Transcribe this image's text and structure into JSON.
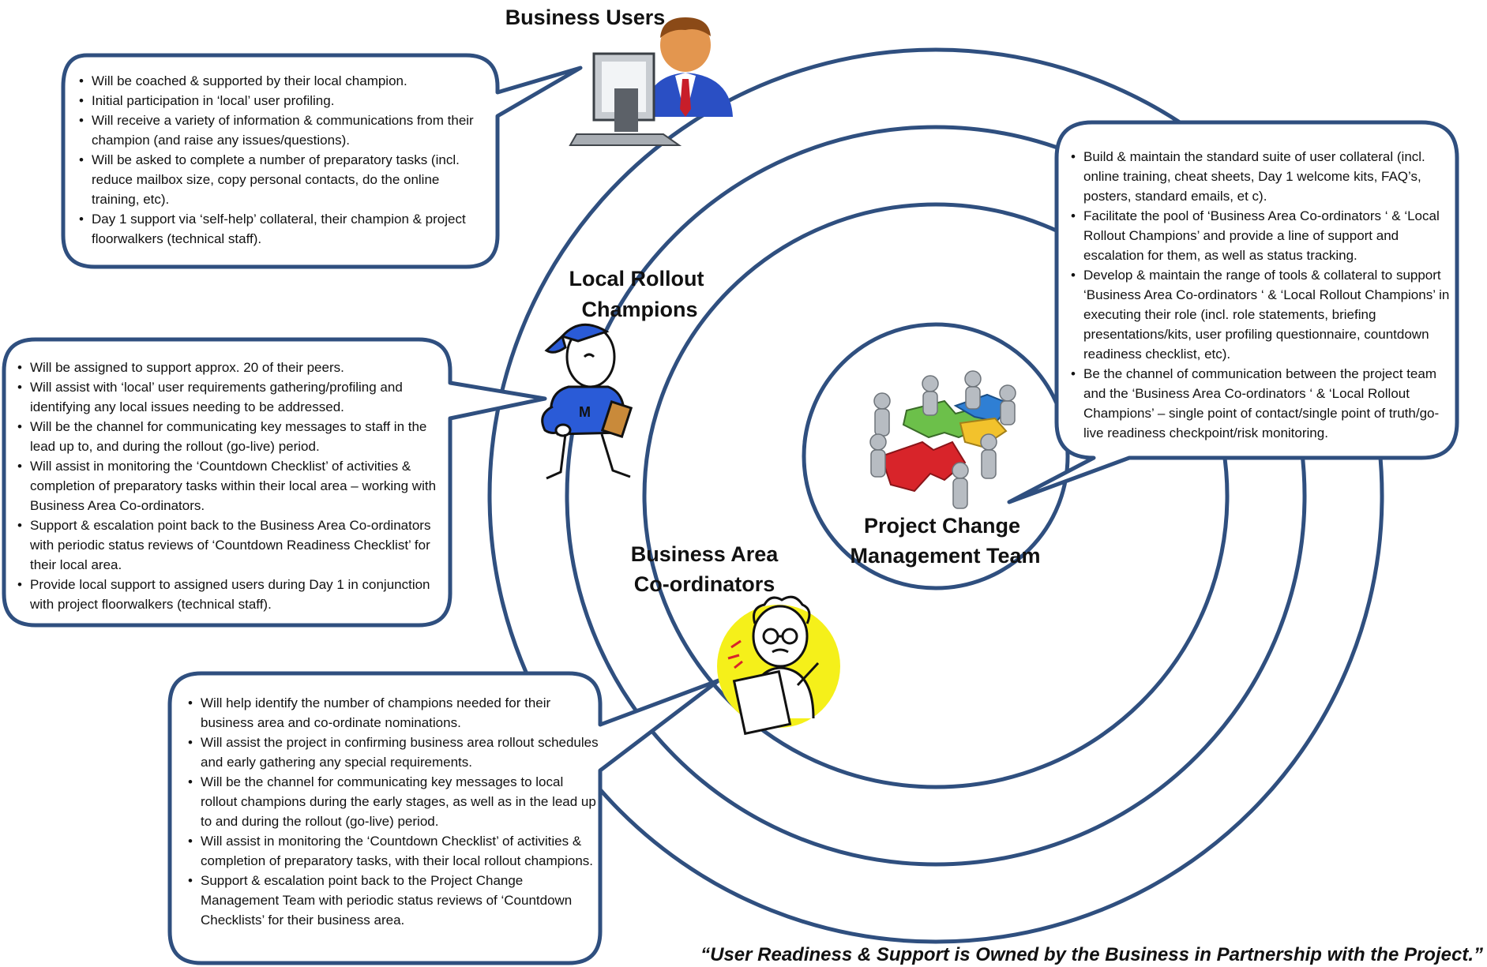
{
  "labels": {
    "business_users": "Business Users",
    "local_rollout_line1": "Local Rollout",
    "local_rollout_line2": "Champions",
    "business_area_line1": "Business Area",
    "business_area_line2": "Co-ordinators",
    "pcmt_line1": "Project Change",
    "pcmt_line2": "Management Team"
  },
  "business_users_box": [
    "Will be coached & supported by their local champion.",
    "Initial participation in ‘local’ user profiling.",
    "Will receive a variety of information & communications from their champion (and raise any issues/questions).",
    "Will be asked to complete a number of preparatory tasks (incl. reduce mailbox size, copy personal contacts, do the online training, etc).",
    "Day 1 support via ‘self-help’ collateral, their champion & project floorwalkers (technical staff)."
  ],
  "local_champions_box": [
    "Will be assigned to support approx. 20 of their peers.",
    "Will assist with ‘local’ user requirements gathering/profiling and identifying any local issues needing to be addressed.",
    "Will be the channel for communicating key messages to staff in the lead up to, and during the rollout (go-live) period.",
    "Will assist in monitoring the ‘Countdown Checklist’ of activities & completion of preparatory tasks within their local area – working with Business Area Co-ordinators.",
    "Support & escalation point back to the Business Area Co-ordinators with periodic status reviews of ‘Countdown Readiness Checklist’ for their local area.",
    "Provide local support to assigned users during Day 1 in conjunction with project floorwalkers (technical staff)."
  ],
  "coordinators_box": [
    "Will help identify the number of champions needed for their business area and co-ordinate nominations.",
    "Will assist the project in confirming business area rollout schedules and early gathering any special requirements.",
    "Will be the channel for communicating key messages to local rollout champions during the early stages, as well as in the lead up to and during the rollout (go-live) period.",
    "Will assist in monitoring the ‘Countdown Checklist’ of activities & completion of preparatory tasks, with their local rollout champions.",
    "Support & escalation point back to the Project Change Management Team with periodic status reviews of ‘Countdown Checklists’ for their business area."
  ],
  "pcmt_box": [
    "Build & maintain the standard suite of user collateral (incl. online training, cheat sheets, Day 1 welcome kits, FAQ’s, posters, standard emails, et c).",
    "Facilitate the pool of ‘Business Area Co-ordinators ‘ & ‘Local Rollout Champions’ and provide a line of support and escalation for them, as well as status tracking.",
    "Develop & maintain the range of tools & collateral to support ‘Business Area Co-ordinators ‘ & ‘Local Rollout Champions’ in executing their role (incl. role statements, briefing presentations/kits, user profiling questionnaire, countdown readiness checklist, etc).",
    "Be the channel of communication between the project team and the ‘Business Area Co-ordinators ‘ & ‘Local Rollout Champions’ – single point of contact/single point of truth/go-live readiness checkpoint/risk monitoring."
  ],
  "quote": "“User Readiness & Support is Owned by the Business in Partnership with the Project.”",
  "icons": {
    "business_user": "computer-user-icon",
    "champion": "cartoon-champion-icon",
    "coordinator": "cartoon-coordinator-icon",
    "team": "puzzle-team-icon"
  },
  "colors": {
    "outline": "#2f4f7f",
    "coordinator_bg": "#f5f01a",
    "champion_shirt": "#2a5bd7",
    "puzzle_red": "#d8242a",
    "puzzle_green": "#6cc04a",
    "puzzle_yellow": "#f2c22c",
    "puzzle_blue": "#2f7fd4"
  }
}
